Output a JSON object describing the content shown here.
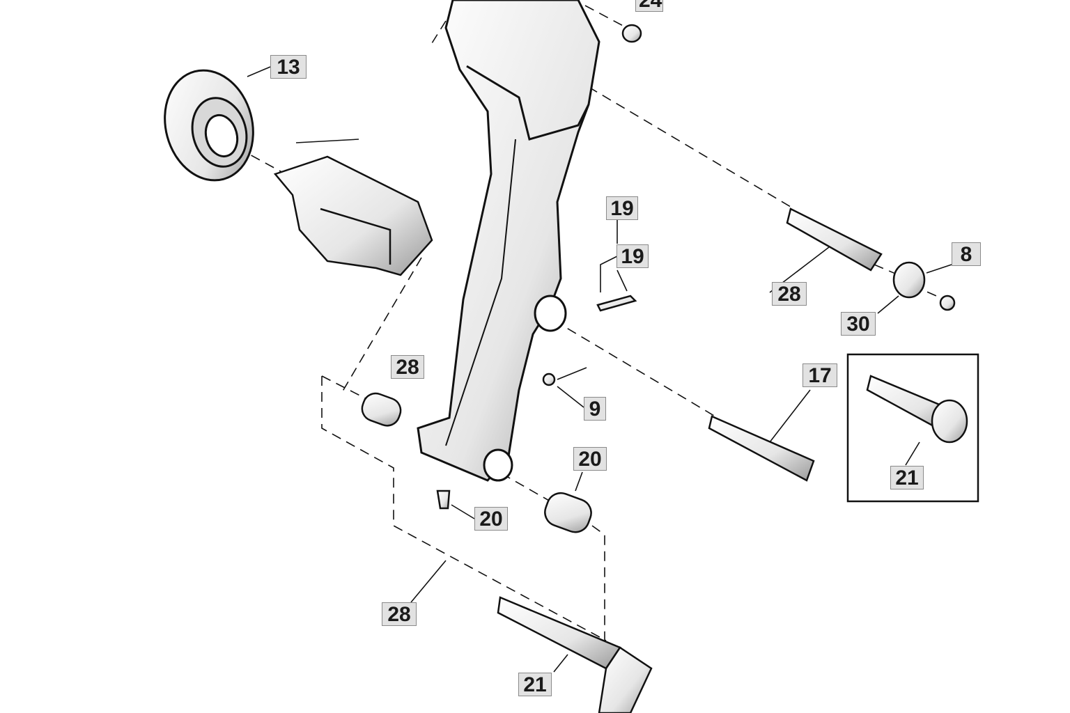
{
  "diagram": {
    "title": "Exploded parts view - pedal lever assembly",
    "callouts": [
      {
        "id": "c24",
        "label": "24"
      },
      {
        "id": "c13",
        "label": "13"
      },
      {
        "id": "c19a",
        "label": "19"
      },
      {
        "id": "c19b",
        "label": "19"
      },
      {
        "id": "c8",
        "label": "8"
      },
      {
        "id": "c28a",
        "label": "28"
      },
      {
        "id": "c30",
        "label": "30"
      },
      {
        "id": "c28b",
        "label": "28"
      },
      {
        "id": "c17",
        "label": "17"
      },
      {
        "id": "c9",
        "label": "9"
      },
      {
        "id": "c20a",
        "label": "20"
      },
      {
        "id": "c20b",
        "label": "20"
      },
      {
        "id": "c21a",
        "label": "21"
      },
      {
        "id": "c28c",
        "label": "28"
      },
      {
        "id": "c21b",
        "label": "21"
      }
    ]
  }
}
